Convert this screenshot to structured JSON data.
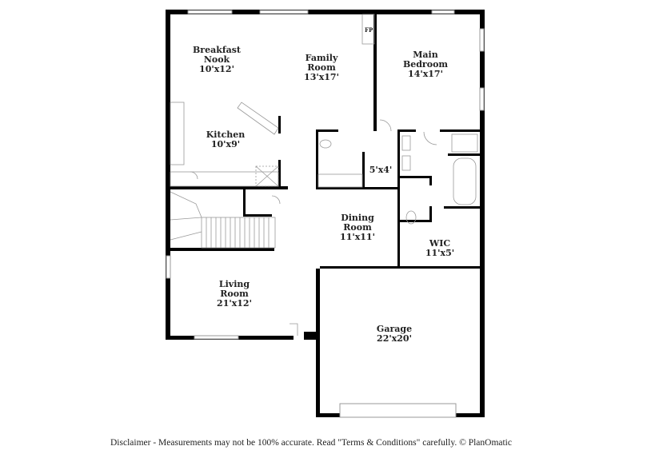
{
  "floorplan": {
    "rooms": [
      {
        "id": "breakfast-nook",
        "name": "Breakfast\nNook",
        "line1": "Breakfast",
        "line2": "Nook",
        "dims": "10'x12'"
      },
      {
        "id": "family-room",
        "line1": "Family",
        "line2": "Room",
        "dims": "13'x17'"
      },
      {
        "id": "main-bedroom",
        "line1": "Main",
        "line2": "Bedroom",
        "dims": "14'x17'"
      },
      {
        "id": "kitchen",
        "line1": "Kitchen",
        "dims": "10'x9'"
      },
      {
        "id": "closet",
        "dims": "5'x4'"
      },
      {
        "id": "dining-room",
        "line1": "Dining",
        "line2": "Room",
        "dims": "11'x11'"
      },
      {
        "id": "wic",
        "line1": "WIC",
        "dims": "11'x5'"
      },
      {
        "id": "living-room",
        "line1": "Living",
        "line2": "Room",
        "dims": "21'x12'"
      },
      {
        "id": "garage",
        "line1": "Garage",
        "dims": "22'x20'"
      }
    ],
    "fireplace_label": "FP"
  },
  "footer": {
    "disclaimer": "Disclaimer - Measurements may not be 100% accurate. Read \"Terms & Conditions\" carefully. © PlanOmatic"
  }
}
